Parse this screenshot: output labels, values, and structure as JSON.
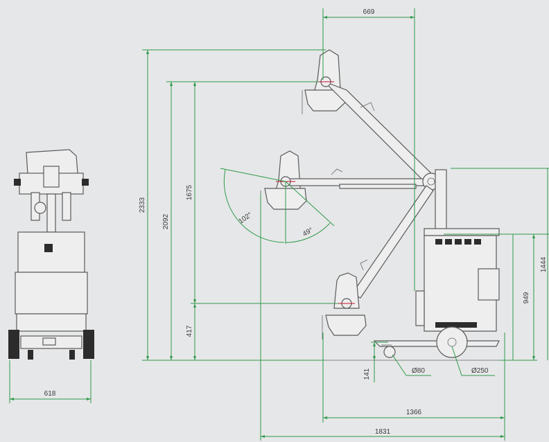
{
  "dimensions": {
    "front_width": "618",
    "reach_horizontal": "669",
    "height_max": "2333",
    "height_2092": "2092",
    "height_1675": "1675",
    "height_417": "417",
    "angle_up": "102°",
    "angle_down": "49°",
    "column_height": "1444",
    "body_height": "949",
    "ground_clearance": "141",
    "caster_wheel": "Ø80",
    "main_wheel": "Ø250",
    "length_base": "1366",
    "length_total": "1831"
  },
  "colors": {
    "dimension_line": "#2e9a4a",
    "background": "#e6e7e8",
    "marker": "#c8102e"
  }
}
